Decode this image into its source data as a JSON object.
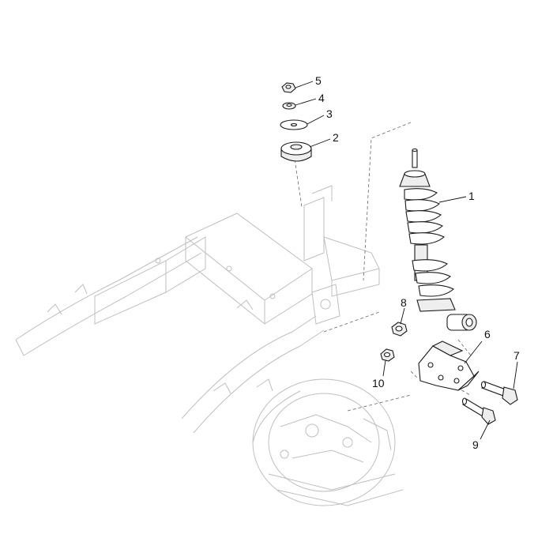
{
  "diagram": {
    "callouts": [
      {
        "id": "c1",
        "label": "1"
      },
      {
        "id": "c2",
        "label": "2"
      },
      {
        "id": "c3",
        "label": "3"
      },
      {
        "id": "c4",
        "label": "4"
      },
      {
        "id": "c5",
        "label": "5"
      },
      {
        "id": "c6",
        "label": "6"
      },
      {
        "id": "c7",
        "label": "7"
      },
      {
        "id": "c8",
        "label": "8"
      },
      {
        "id": "c9",
        "label": "9"
      },
      {
        "id": "c10",
        "label": "10"
      }
    ]
  },
  "colors": {
    "line": "#1a1a1a",
    "frame": "#bfbfbf",
    "background": "#ffffff"
  }
}
